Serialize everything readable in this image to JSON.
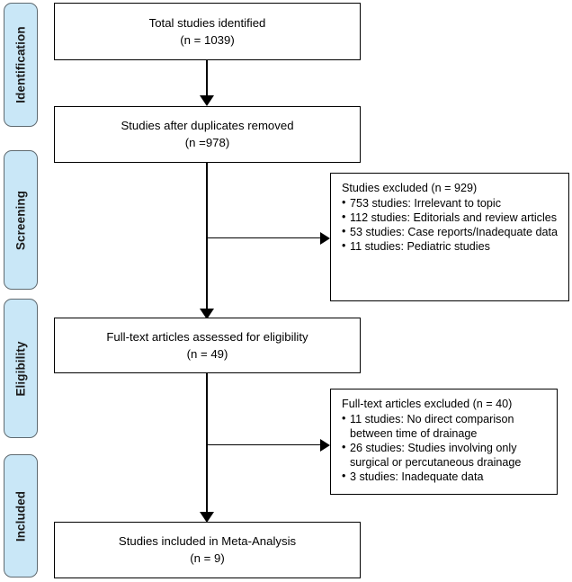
{
  "diagram": {
    "type": "prisma-flow-diagram",
    "title": "",
    "colors": {
      "stage_fill": "#c9e7f7",
      "stage_border": "#5f6a70",
      "box_border": "#000000",
      "box_fill": "#ffffff",
      "connector": "#000000",
      "text": "#000000"
    }
  },
  "stages": [
    {
      "id": "identification",
      "label": "Identification"
    },
    {
      "id": "screening",
      "label": "Screening"
    },
    {
      "id": "eligibility",
      "label": "Eligibility"
    },
    {
      "id": "included",
      "label": "Included"
    }
  ],
  "flow_boxes": [
    {
      "id": "total-identified",
      "line1": "Total studies identified",
      "line2": "(n = 1039)",
      "count": 1039
    },
    {
      "id": "after-duplicates",
      "line1": "Studies after duplicates removed",
      "line2": "(n =978)",
      "count": 978
    },
    {
      "id": "fulltext-assessed",
      "line1": "Full-text articles assessed for eligibility",
      "line2": "(n = 49)",
      "count": 49
    },
    {
      "id": "included-meta-analysis",
      "line1": "Studies included in Meta-Analysis",
      "line2": "(n = 9)",
      "count": 9
    }
  ],
  "exclusion_boxes": [
    {
      "id": "studies-excluded",
      "title": "Studies excluded (n = 929)",
      "count": 929,
      "reasons": [
        "753 studies: Irrelevant to topic",
        "112 studies: Editorials and review articles",
        "53 studies: Case reports/Inadequate data",
        "11 studies: Pediatric studies"
      ]
    },
    {
      "id": "fulltext-excluded",
      "title": "Full-text articles excluded (n = 40)",
      "count": 40,
      "reasons": [
        "11 studies: No direct comparison between time of drainage",
        "26 studies: Studies involving only surgical or percutaneous drainage",
        "3 studies: Inadequate data"
      ]
    }
  ]
}
